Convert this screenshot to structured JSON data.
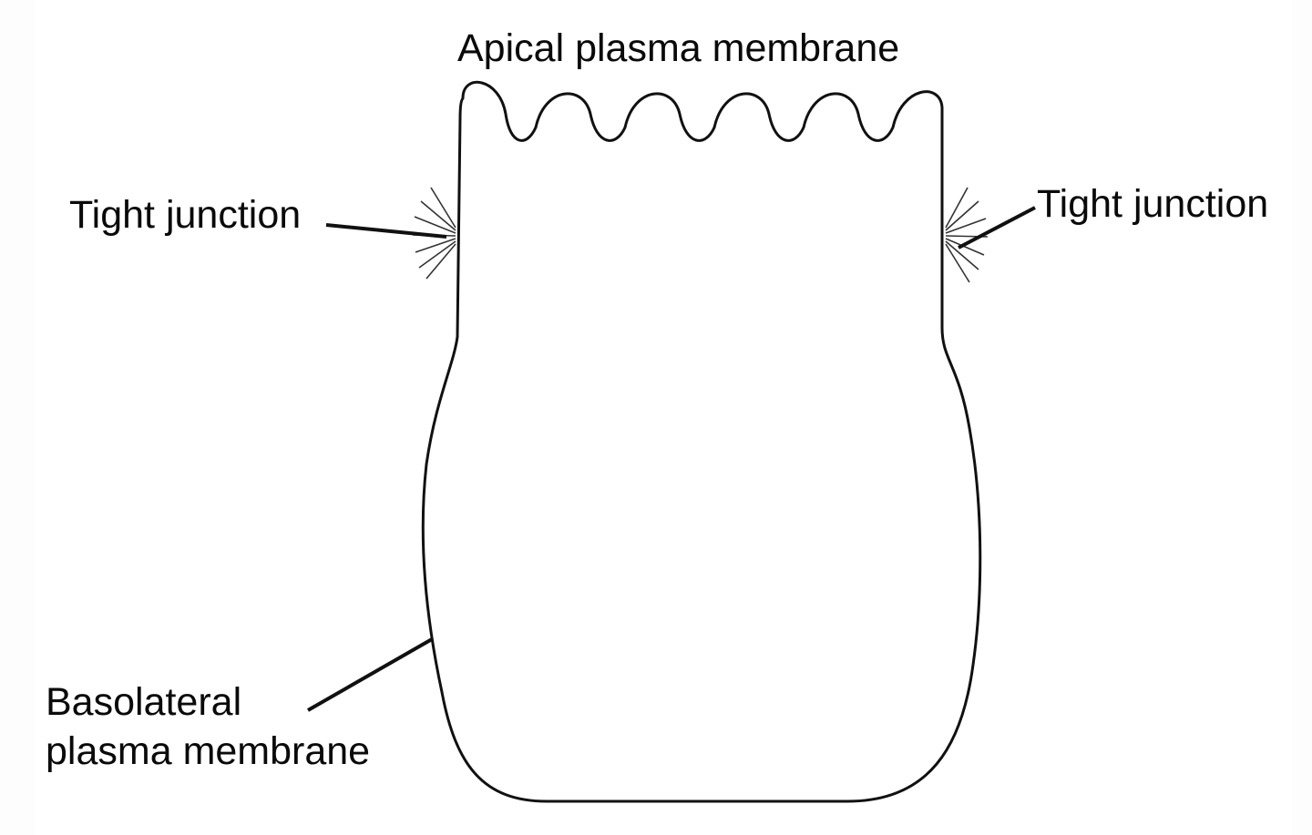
{
  "diagram": {
    "labels": {
      "apical": "Apical plasma membrane",
      "tight_junction_left": "Tight junction",
      "tight_junction_right": "Tight junction",
      "basolateral_line1": "Basolateral",
      "basolateral_line2": "plasma membrane"
    },
    "colors": {
      "stroke": "#111111",
      "text": "#0a0a0a",
      "background": "#ffffff"
    }
  }
}
